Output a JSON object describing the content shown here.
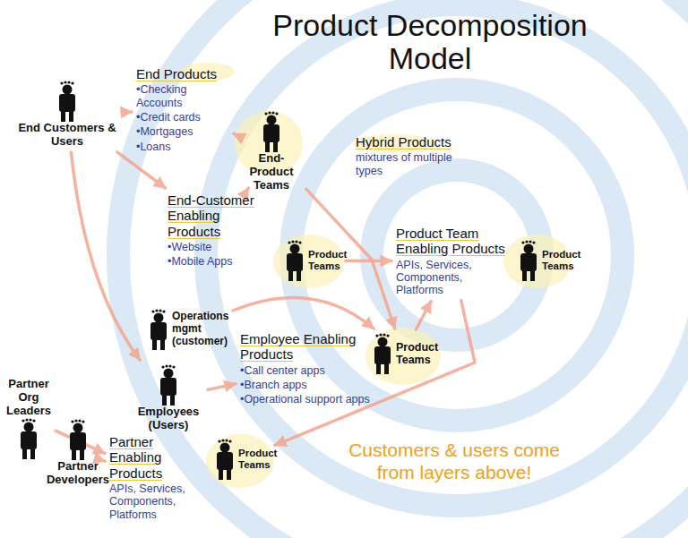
{
  "diagram": {
    "title": "Product Decomposition Model",
    "nodes": [
      {
        "text": [
          "End Customers & Users"
        ]
      },
      {
        "text": [
          "End Products",
          "•Checking Accounts",
          "•Credit cards",
          "•Mortgages",
          "•Loans"
        ]
      },
      {
        "text": [
          "End-Product Teams"
        ]
      },
      {
        "text": [
          "Hybrid Products",
          "mixtures of multiple types"
        ]
      },
      {
        "text": [
          "End-Customer Enabling Products",
          "•Website",
          "•Mobile Apps"
        ]
      },
      {
        "text": [
          "Product Teams"
        ]
      },
      {
        "text": [
          "Product Team Enabling Products",
          "APIs, Services, Components, Platforms"
        ]
      },
      {
        "text": [
          "Product Teams"
        ]
      },
      {
        "text": [
          "Operations mgmt (customer)"
        ]
      },
      {
        "text": [
          "Employees (Users)"
        ]
      },
      {
        "text": [
          "Employee Enabling Products",
          "•Call center apps",
          "•Branch apps",
          "•Operational support apps"
        ]
      },
      {
        "text": [
          "Product Teams"
        ]
      },
      {
        "text": [
          "Partner Org Leaders"
        ]
      },
      {
        "text": [
          "Partner Developers"
        ]
      },
      {
        "text": [
          "Partner Enabling Products",
          "APIs, Services, Components, Platforms"
        ]
      },
      {
        "text": [
          "Product Teams"
        ]
      }
    ],
    "edges": [
      {
        "from": 0,
        "to": 1,
        "arrow": "to"
      },
      {
        "from": 0,
        "to": 4,
        "arrow": "to"
      },
      {
        "from": 0,
        "to": 9,
        "arrow": "to"
      },
      {
        "from": 2,
        "to": 1,
        "arrow": "to"
      },
      {
        "from": 2,
        "to": 4,
        "arrow": "to"
      },
      {
        "from": 2,
        "to": 11,
        "arrow": "to"
      },
      {
        "from": 5,
        "to": 6,
        "arrow": "to"
      },
      {
        "from": 8,
        "to": 11,
        "arrow": "to"
      },
      {
        "from": 9,
        "to": 10,
        "arrow": "to"
      },
      {
        "from": 11,
        "to": 6,
        "arrow": "to"
      },
      {
        "from": 6,
        "to": 15,
        "arrow": "to"
      },
      {
        "from": 12,
        "to": 14,
        "arrow": "to"
      },
      {
        "from": 13,
        "to": 14,
        "arrow": "to"
      }
    ],
    "labels": [
      "Customers & users come from layers above!"
    ]
  }
}
